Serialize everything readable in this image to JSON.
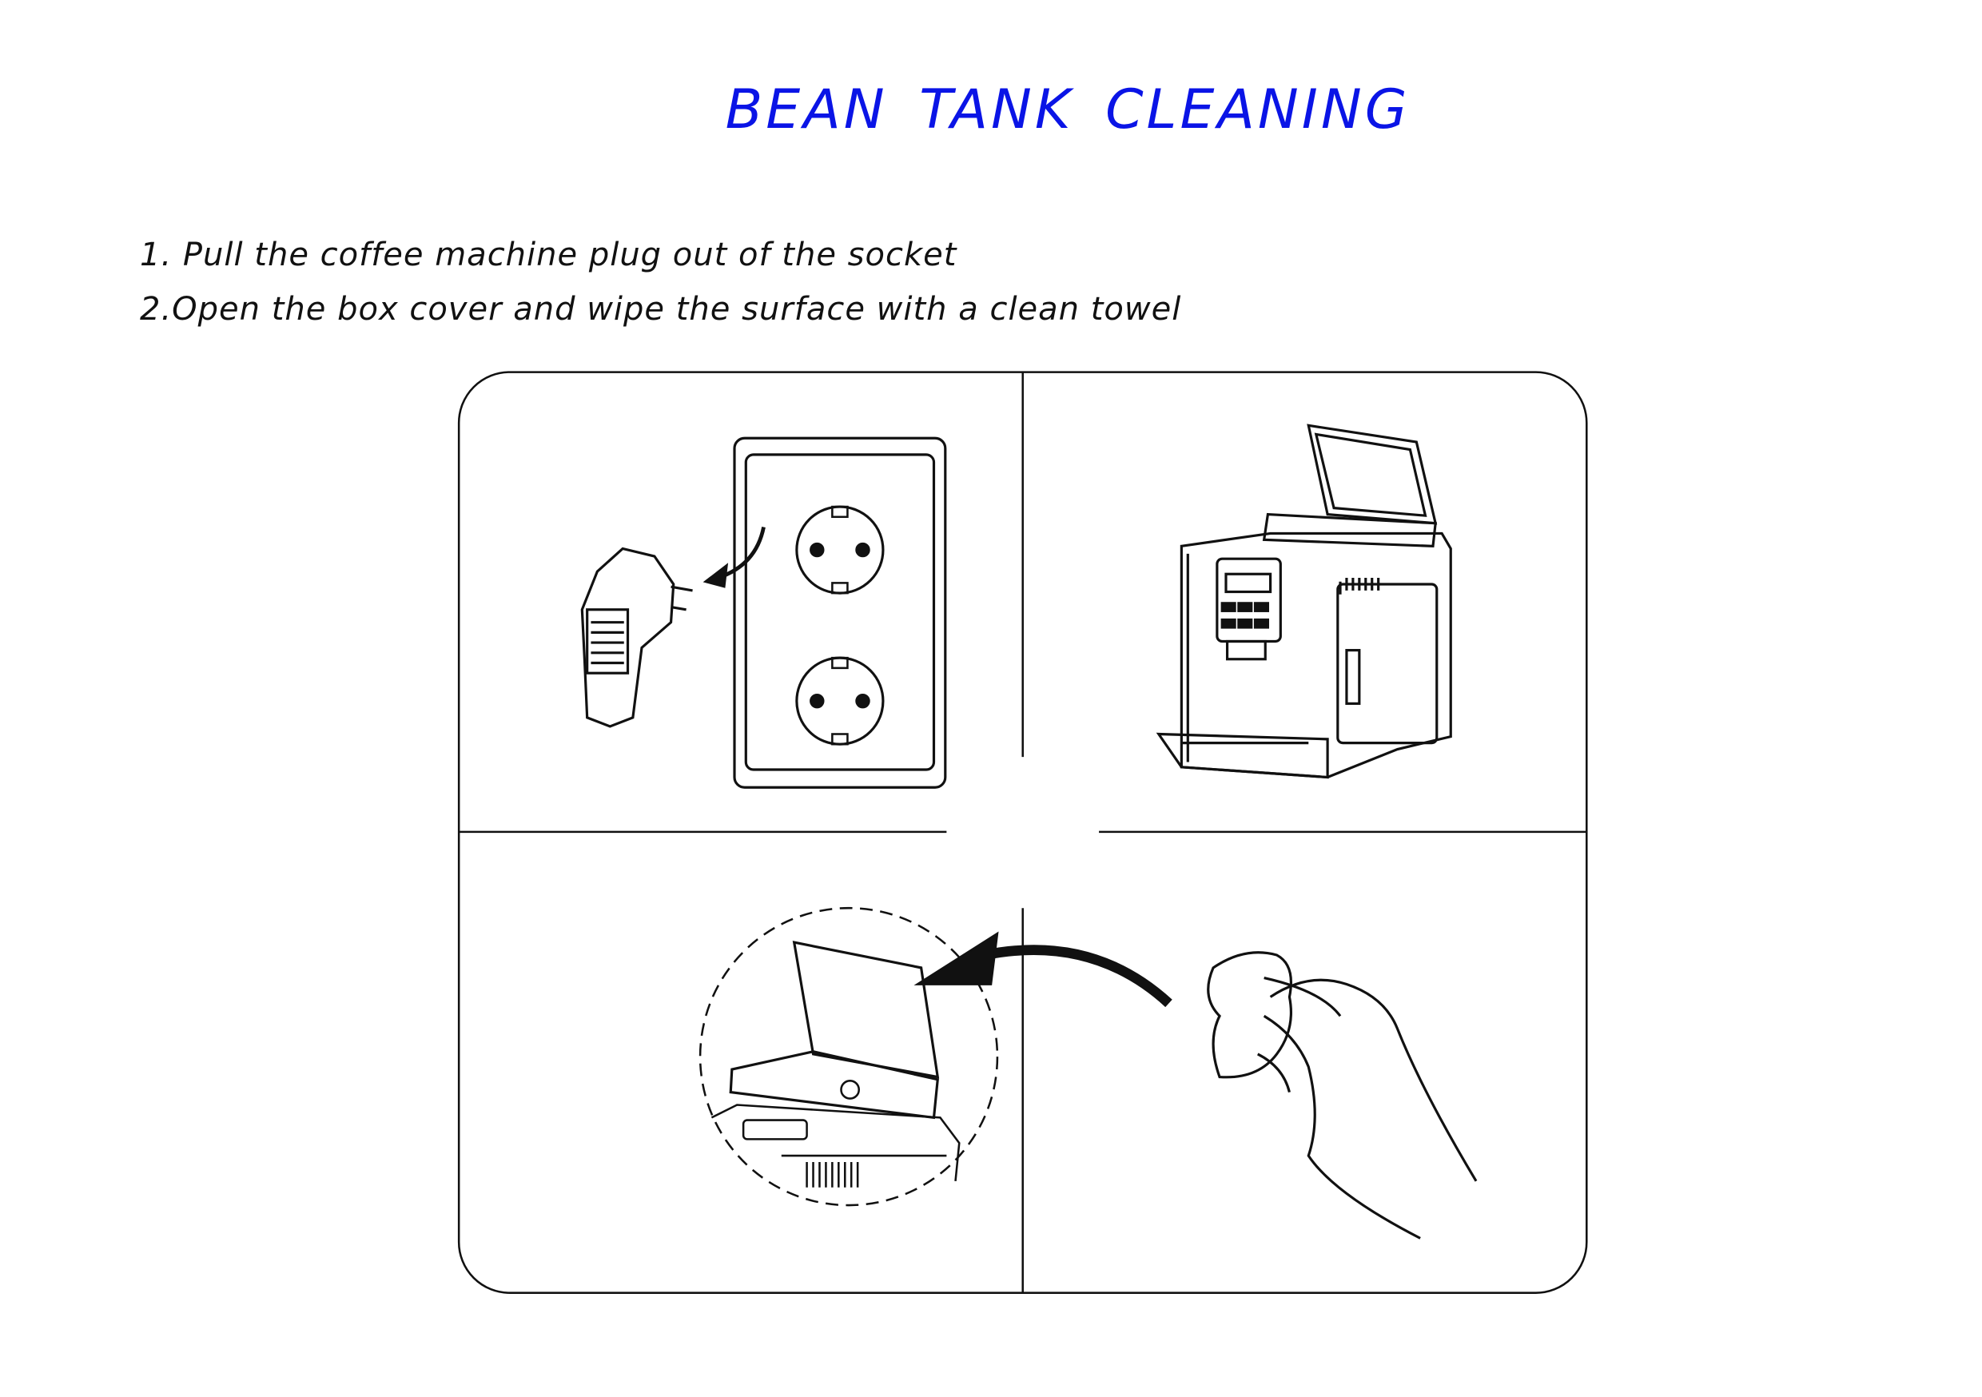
{
  "title": "BEAN TANK CLEANING",
  "steps": [
    "1. Pull the coffee machine plug out of the socket",
    "2.Open the box cover and wipe the surface with a clean towel"
  ],
  "colors": {
    "title": "#0a14e6",
    "text": "#111111"
  }
}
